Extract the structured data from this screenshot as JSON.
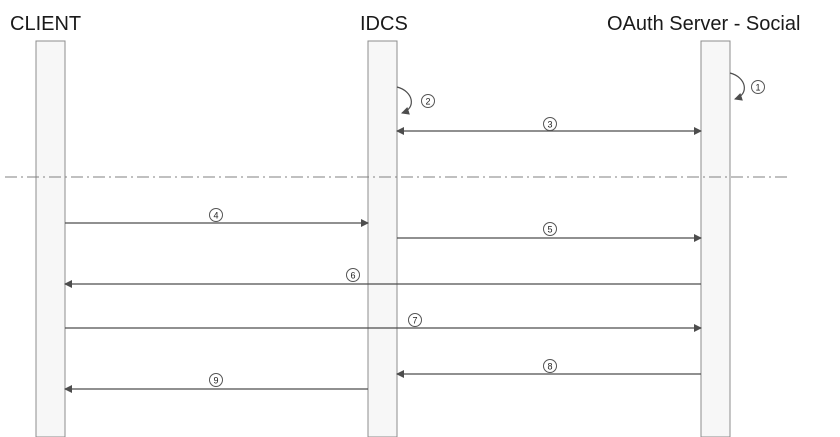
{
  "participants": [
    {
      "id": "client",
      "label": "CLIENT"
    },
    {
      "id": "idcs",
      "label": "IDCS"
    },
    {
      "id": "oauth",
      "label": "OAuth Server - Social"
    }
  ],
  "self_messages": [
    {
      "step": "1",
      "participant": "oauth"
    },
    {
      "step": "2",
      "participant": "idcs"
    }
  ],
  "messages": [
    {
      "step": "3",
      "from": "idcs",
      "to": "oauth",
      "bidirectional": true
    },
    {
      "step": "4",
      "from": "client",
      "to": "idcs",
      "bidirectional": false
    },
    {
      "step": "5",
      "from": "idcs",
      "to": "oauth",
      "bidirectional": false
    },
    {
      "step": "6",
      "from": "oauth",
      "to": "client",
      "bidirectional": false
    },
    {
      "step": "7",
      "from": "client",
      "to": "oauth",
      "bidirectional": false
    },
    {
      "step": "8",
      "from": "oauth",
      "to": "idcs",
      "bidirectional": false
    },
    {
      "step": "9",
      "from": "idcs",
      "to": "client",
      "bidirectional": false
    }
  ],
  "colors": {
    "line": "#4d4d4d",
    "lifeline_fill": "#f7f7f7",
    "lifeline_stroke": "#8c8c8c",
    "separator": "#808080",
    "text": "#1a1a1a"
  }
}
